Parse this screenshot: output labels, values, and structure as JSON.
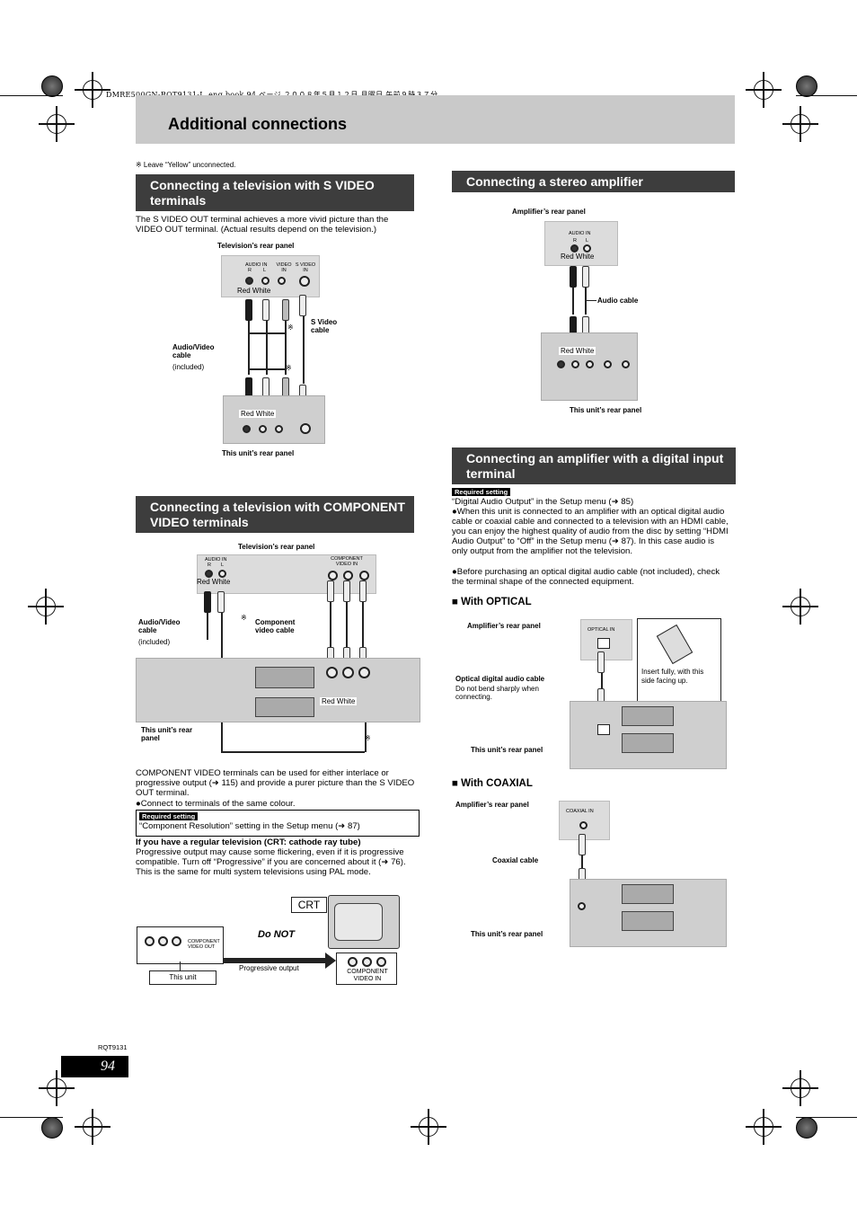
{
  "file_line": "DMRE500GN-RQT9131-L_eng.book  94 ページ  ２００８年５月１２日  月曜日  午前９時３７分",
  "page_title": "Additional connections",
  "footnote_leave_yellow": "※  Leave “Yellow” unconnected.",
  "svideo": {
    "heading": "Connecting a television with S VIDEO terminals",
    "body": "The S VIDEO OUT terminal achieves a more vivid picture than the VIDEO OUT terminal. (Actual results depend on the television.)",
    "tv_panel_label": "Television’s rear panel",
    "jack_labels": {
      "audio_in": "AUDIO IN",
      "r": "R",
      "l": "L",
      "video_in": "VIDEO IN",
      "s_video_in": "S VIDEO IN"
    },
    "red_white": "Red White",
    "red_white_unit": "Red White",
    "s_video_cable": "S Video cable",
    "av_cable": "Audio/Video cable",
    "av_cable_included": "(included)",
    "unit_panel_label": "This unit’s rear panel",
    "asterisk": "※"
  },
  "component": {
    "heading": "Connecting a television with COMPONENT VIDEO terminals",
    "tv_panel_label": "Television’s rear panel",
    "jack_labels": {
      "audio_in": "AUDIO IN",
      "r": "R",
      "l": "L",
      "component_video_in": "COMPONENT VIDEO IN"
    },
    "red_white": "Red White",
    "red_white_unit": "Red White",
    "av_cable": "Audio/Video cable",
    "av_cable_included": "(included)",
    "component_cable": "Component video cable",
    "unit_panel_label": "This unit’s rear panel",
    "asterisk": "※",
    "body1": "COMPONENT VIDEO terminals can be used for either interlace or progressive output (➜ 115) and provide a purer picture than the S VIDEO OUT terminal.",
    "bullet1": "●Connect to terminals of the same colour.",
    "required_setting": "Required setting",
    "required_text": "“Component Resolution” setting in the Setup menu (➜ 87)",
    "crt_heading": "If you have a regular television (CRT: cathode ray tube)",
    "crt_body": "Progressive output may cause some flickering, even if it is progressive compatible. Turn off “Progressive” if you are concerned about it (➜ 76). This is the same for multi system televisions using PAL mode.",
    "crt_label": "CRT",
    "do_not": "Do NOT",
    "this_unit": "This unit",
    "progressive_output": "Progressive output",
    "component_video_out": "COMPONENT VIDEO OUT",
    "component_video_in": "COMPONENT VIDEO IN"
  },
  "stereo": {
    "heading": "Connecting a stereo amplifier",
    "amp_panel_label": "Amplifier’s rear panel",
    "audio_in": "AUDIO IN",
    "r": "R",
    "l": "L",
    "red_white": "Red White",
    "red_white_unit": "Red White",
    "audio_cable": "Audio cable",
    "unit_panel_label": "This unit’s rear panel"
  },
  "digital": {
    "heading": "Connecting an amplifier with a digital input terminal",
    "required_setting": "Required setting",
    "required_text": "“Digital Audio Output” in the Setup menu (➜ 85)",
    "bullet1": "●When this unit is connected to an amplifier with an optical digital audio cable or coaxial cable and connected to a television with an HDMI cable, you can enjoy the highest quality of audio from the disc by setting “HDMI Audio Output” to “Off” in the Setup menu (➜ 87). In this case audio is only output from the amplifier not the television.",
    "bullet2": "●Before purchasing an optical digital audio cable (not included), check the terminal shape of the connected equipment.",
    "optical_heading": "■ With OPTICAL",
    "optical_amp_label": "Amplifier’s rear panel",
    "optical_in": "OPTICAL IN",
    "optical_cable": "Optical digital audio cable",
    "optical_cable_note": "Do not bend sharply when connecting.",
    "insert_note": "Insert fully, with this side facing up.",
    "optical_unit_label": "This unit’s rear panel",
    "coaxial_heading": "■ With COAXIAL",
    "coaxial_amp_label": "Amplifier’s rear panel",
    "coaxial_in": "COAXIAL IN",
    "coaxial_cable": "Coaxial cable",
    "coaxial_unit_label": "This unit’s rear panel"
  },
  "footer": {
    "doc_code": "RQT9131",
    "page_number": "94"
  }
}
